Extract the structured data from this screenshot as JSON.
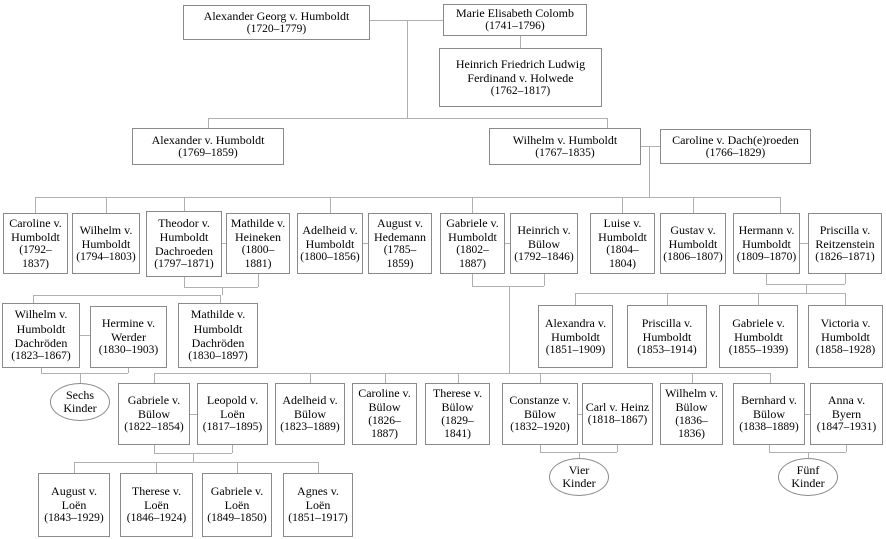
{
  "diagram": {
    "type": "family-tree",
    "colors": {
      "background": "#ffffff",
      "box_border": "#8a8a8a",
      "connector_line": "#b0b0b0",
      "text": "#000000"
    },
    "people": {
      "alexander_georg": {
        "name": "Alexander Georg v. Humboldt",
        "years": "(1720–1779)"
      },
      "marie_colomb": {
        "name": "Marie Elisabeth Colomb",
        "years": "(1741–1796)"
      },
      "holwede": {
        "name": "Heinrich Friedrich Ludwig Ferdinand v. Holwede",
        "years": "(1762–1817)"
      },
      "alexander": {
        "name": "Alexander v. Humboldt",
        "years": "(1769–1859)"
      },
      "wilhelm": {
        "name": "Wilhelm v. Humboldt",
        "years": "(1767–1835)"
      },
      "caroline_dachroeden": {
        "name": "Caroline v. Dach(e)roeden",
        "years": "(1766–1829)"
      },
      "caroline_h": {
        "name": "Caroline v. Humboldt",
        "years": "(1792–1837)"
      },
      "wilhelm_h2": {
        "name": "Wilhelm v. Humboldt",
        "years": "(1794–1803)"
      },
      "theodor": {
        "name": "Theodor v. Humboldt Dachroeden",
        "years": "(1797–1871)"
      },
      "mathilde_heineken": {
        "name": "Mathilde v. Heineken",
        "years": "(1800–1881)"
      },
      "adelheid_h": {
        "name": "Adelheid v. Humboldt",
        "years": "(1800–1856)"
      },
      "august_hedemann": {
        "name": "August v. Hedemann",
        "years": "(1785–1859)"
      },
      "gabriele_h": {
        "name": "Gabriele v. Humboldt",
        "years": "(1802–1887)"
      },
      "heinrich_buelow": {
        "name": "Heinrich v. Bülow",
        "years": "(1792–1846)"
      },
      "luise": {
        "name": "Luise v. Humboldt",
        "years": "(1804–1804)"
      },
      "gustav": {
        "name": "Gustav v. Humboldt",
        "years": "(1806–1807)"
      },
      "hermann": {
        "name": "Hermann v. Humboldt",
        "years": "(1809–1870)"
      },
      "priscilla_reitzenstein": {
        "name": "Priscilla v. Reitzenstein",
        "years": "(1826–1871)"
      },
      "wilhelm_hd": {
        "name": "Wilhelm v. Humboldt Dachröden",
        "years": "(1823–1867)"
      },
      "hermine_werder": {
        "name": "Hermine v. Werder",
        "years": "(1830–1903)"
      },
      "mathilde_hd": {
        "name": "Mathilde v. Humboldt Dachröden",
        "years": "(1830–1897)"
      },
      "alexandra": {
        "name": "Alexandra v. Humboldt",
        "years": "(1851–1909)"
      },
      "priscilla_h": {
        "name": "Priscilla v. Humboldt",
        "years": "(1853–1914)"
      },
      "gabriele_h2": {
        "name": "Gabriele v. Humboldt",
        "years": "(1855–1939)"
      },
      "victoria": {
        "name": "Victoria v. Humboldt",
        "years": "(1858–1928)"
      },
      "gabriele_buelow": {
        "name": "Gabriele v. Bülow",
        "years": "(1822–1854)"
      },
      "leopold_loen": {
        "name": "Leopold v. Loën",
        "years": "(1817–1895)"
      },
      "adelheid_buelow": {
        "name": "Adelheid v. Bülow",
        "years": "(1823–1889)"
      },
      "caroline_buelow": {
        "name": "Caroline v. Bülow",
        "years": "(1826–1887)"
      },
      "therese_buelow": {
        "name": "Therese v. Bülow",
        "years": "(1829–1841)"
      },
      "constanze_buelow": {
        "name": "Constanze v. Bülow",
        "years": "(1832–1920)"
      },
      "carl_heinz": {
        "name": "Carl v. Heinz",
        "years": "(1818–1867)"
      },
      "wilhelm_buelow": {
        "name": "Wilhelm v. Bülow",
        "years": "(1836–1836)"
      },
      "bernhard_buelow": {
        "name": "Bernhard v. Bülow",
        "years": "(1838–1889)"
      },
      "anna_byern": {
        "name": "Anna v. Byern",
        "years": "(1847–1931)"
      },
      "august_loen": {
        "name": "August v. Loën",
        "years": "(1843–1929)"
      },
      "therese_loen": {
        "name": "Therese v. Loën",
        "years": "(1846–1924)"
      },
      "gabriele_loen": {
        "name": "Gabriele v. Loën",
        "years": "(1849–1850)"
      },
      "agnes_loen": {
        "name": "Agnes v. Loën",
        "years": "(1851–1917)"
      }
    },
    "groups": {
      "sechs": {
        "label": "Sechs Kinder"
      },
      "vier": {
        "label": "Vier Kinder"
      },
      "fuenf": {
        "label": "Fünf Kinder"
      }
    }
  }
}
